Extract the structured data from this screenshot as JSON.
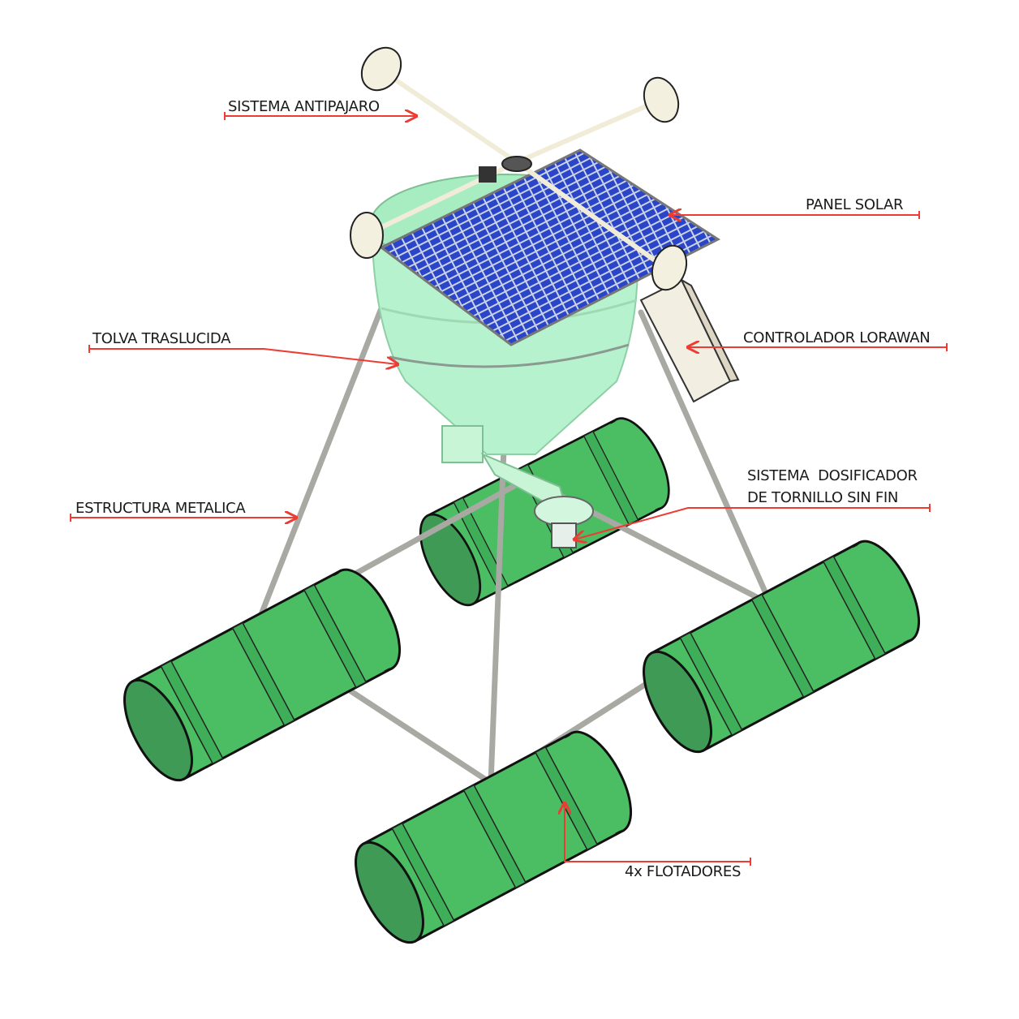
{
  "labels": {
    "antipajaro": "SISTEMA ANTIPAJARO",
    "panel_solar": "PANEL SOLAR",
    "tolva": "TOLVA TRASLUCIDA",
    "controlador": "CONTROLADOR LORAWAN",
    "dosificador_line1": "SISTEMA  DOSIFICADOR",
    "dosificador_line2": "DE TORNILLO SIN FIN",
    "estructura": "ESTRUCTURA METALICA",
    "flotadores": "4x FLOTADORES"
  },
  "colors": {
    "leader": "#ee3b34",
    "float": "#4bbd63",
    "float_dark": "#3a9a52",
    "hopper": "#b6f2cd",
    "panel": "#2a45c8",
    "frame": "#a9a9a4"
  }
}
